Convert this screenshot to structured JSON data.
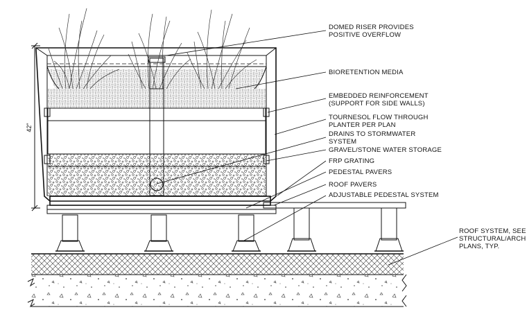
{
  "callouts": [
    {
      "id": "domed-riser",
      "lines": [
        "DOMED RISER PROVIDES",
        "POSITIVE OVERFLOW"
      ]
    },
    {
      "id": "bioretention-media",
      "lines": [
        "BIORETENTION MEDIA"
      ]
    },
    {
      "id": "embedded-reinforcement",
      "lines": [
        "EMBEDDED REINFORCEMENT",
        "(SUPPORT FOR SIDE WALLS)"
      ]
    },
    {
      "id": "flow-through-planter",
      "lines": [
        "TOURNESOL FLOW THROUGH",
        "PLANTER PER PLAN"
      ]
    },
    {
      "id": "drains",
      "lines": [
        "DRAINS TO STORMWATER",
        "SYSTEM"
      ]
    },
    {
      "id": "gravel-storage",
      "lines": [
        "GRAVEL/STONE WATER STORAGE"
      ]
    },
    {
      "id": "frp-grating",
      "lines": [
        "FRP GRATING"
      ]
    },
    {
      "id": "pedestal-pavers",
      "lines": [
        "PEDESTAL PAVERS"
      ]
    },
    {
      "id": "roof-pavers",
      "lines": [
        "ROOF PAVERS"
      ]
    },
    {
      "id": "pedestal-system",
      "lines": [
        "ADJUSTABLE PEDESTAL SYSTEM"
      ]
    },
    {
      "id": "roof-system",
      "lines": [
        "ROOF SYSTEM, SEE",
        "STRUCTURAL/ARCH",
        "PLANS, TYP."
      ]
    }
  ],
  "dimension": {
    "label": "42\""
  }
}
